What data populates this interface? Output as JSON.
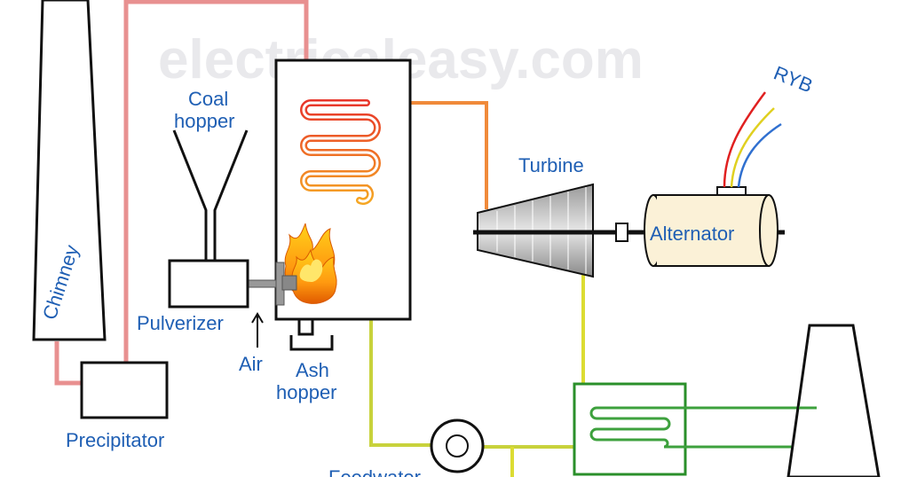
{
  "watermark": "electricaleasy.com",
  "labels": {
    "coal_hopper_line1": "Coal",
    "coal_hopper_line2": "hopper",
    "turbine": "Turbine",
    "ryb": "RYB",
    "alternator": "Alternator",
    "chimney": "Chimney",
    "pulverizer": "Pulverizer",
    "air": "Air",
    "ash_hopper_line1": "Ash",
    "ash_hopper_line2": "hopper",
    "precipitator": "Precipitator",
    "feedwater": "Feedwater"
  },
  "colors": {
    "label_text": "#1f5fb4",
    "flue_gas": "#e89090",
    "steam": "#f08a3a",
    "condensate": "#dcdc33",
    "cooling_water": "#3da13d",
    "wire_red": "#e02020",
    "wire_yellow": "#e0d020",
    "wire_blue": "#3070d0"
  }
}
